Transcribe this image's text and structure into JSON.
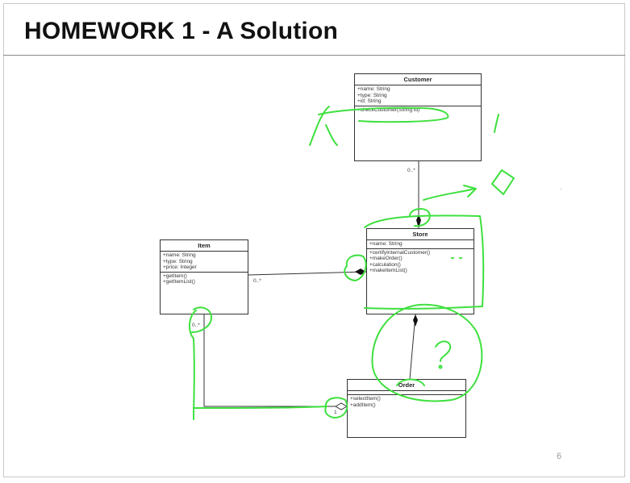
{
  "slide": {
    "title": "HOMEWORK 1 - A Solution",
    "page_number": "6"
  },
  "classes": {
    "customer": {
      "name": "Customer",
      "attributes": [
        "+name: String",
        "+type: String",
        "+id: String"
      ],
      "operations": [
        "+checkCustomer(String id)"
      ]
    },
    "store": {
      "name": "Store",
      "attributes": [
        "+name: String"
      ],
      "operations": [
        "+certifyInternalCustomer()",
        "+makeOrder()",
        "+calculation()",
        "+makeItemList()"
      ]
    },
    "item": {
      "name": "Item",
      "attributes": [
        "+name: String",
        "+type: String",
        "+price: Integer"
      ],
      "operations": [
        "+getItem()",
        "+getItemList()"
      ]
    },
    "order": {
      "name": "Order",
      "attributes": [],
      "operations": [
        "+selectItem()",
        "+addItem()"
      ]
    }
  },
  "multiplicities": {
    "customer_store": "0..*",
    "item_store": "0..*",
    "item_order_item_end": "0..*",
    "item_order_order_end": "1"
  },
  "annotations": {
    "question_mark": "?",
    "ink_color": "#3ee03e"
  }
}
